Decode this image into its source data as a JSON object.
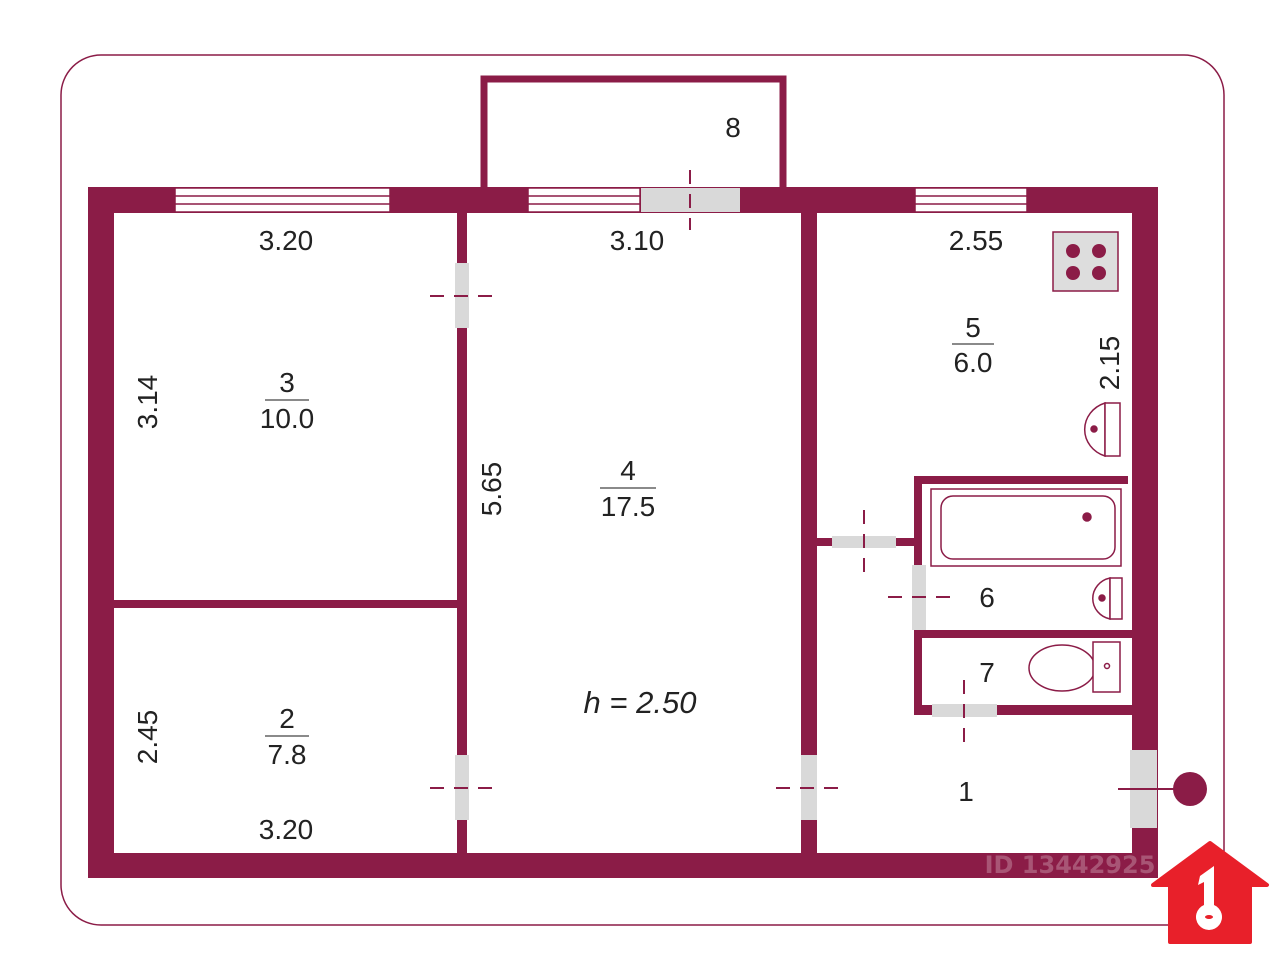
{
  "colors": {
    "wall": "#8b1c47",
    "door": "#d9d9d9",
    "logo": "#e8202a",
    "text": "#222222"
  },
  "rooms": [
    {
      "number": "3",
      "area": "10.0"
    },
    {
      "number": "2",
      "area": "7.8"
    },
    {
      "number": "4",
      "area": "17.5"
    },
    {
      "number": "5",
      "area": "6.0"
    },
    {
      "number": "6"
    },
    {
      "number": "7"
    },
    {
      "number": "1"
    },
    {
      "number": "8"
    }
  ],
  "dimensions": {
    "room3_width": "3.20",
    "room3_height": "3.14",
    "room2_height": "2.45",
    "room2_width": "3.20",
    "room4_width": "3.10",
    "room4_length": "5.65",
    "room5_width": "2.55",
    "room5_length": "2.15"
  },
  "ceiling_height": "h = 2.50",
  "watermark": {
    "id": "ID 13442925"
  },
  "logo": {
    "icon": "house-key-icon"
  }
}
